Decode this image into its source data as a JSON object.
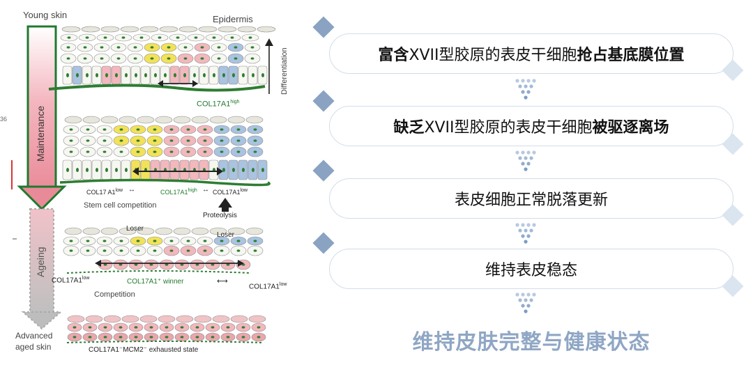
{
  "diagram": {
    "young_skin": "Young skin",
    "epidermis": "Epidermis",
    "differentiation": "Differentiation",
    "maintenance": "Maintenance",
    "ageing": "Ageing",
    "advanced_1": "Advanced",
    "advanced_2": "aged skin",
    "panel1_col17": "COL17A1",
    "panel1_col17_sup": "high",
    "panel2_low_left": "COL17 A1",
    "panel2_low_left_sup": "low",
    "panel2_high": "COL17A1",
    "panel2_high_sup": "high",
    "panel2_low_right": "COL17A1",
    "panel2_low_right_sup": "low",
    "stem_cell_competition": "Stem cell competition",
    "proteolysis": "Proteolysis",
    "loser_left": "Loser",
    "loser_right": "Loser",
    "panel3_low": "COL17A1",
    "panel3_low_sup": "low",
    "panel3_winner": "COL17A1⁺ winner",
    "panel3_right": "COL17A1",
    "panel3_right_sup": "low",
    "competition": "Competition",
    "exhausted_state": "COL17A1⁻MCM2⁻ exhausted state",
    "edge_mark": "36"
  },
  "steps": [
    {
      "pre_bold": "富含",
      "normal": "XVII型胶原的表皮干细胞",
      "post_bold": "抢占基底膜位置"
    },
    {
      "pre_bold": "缺乏",
      "normal": "XVII型胶原的表皮干细胞",
      "post_bold": "被驱逐离场"
    },
    {
      "pre_bold": "",
      "normal": "表皮细胞正常脱落更新",
      "post_bold": ""
    },
    {
      "pre_bold": "",
      "normal": "维持表皮稳态",
      "post_bold": ""
    }
  ],
  "final_text": "维持皮肤完整与健康状态",
  "colors": {
    "diamond": "#8aa3c2",
    "dots": "#7d9cc4",
    "final_text": "#8fa6c4",
    "step_border": "#d2dde8",
    "basement_membrane": "#2e7d32",
    "cell_pink": "#f2b8bd",
    "cell_yellow": "#f2e25a",
    "cell_blue": "#a9c3e0"
  }
}
